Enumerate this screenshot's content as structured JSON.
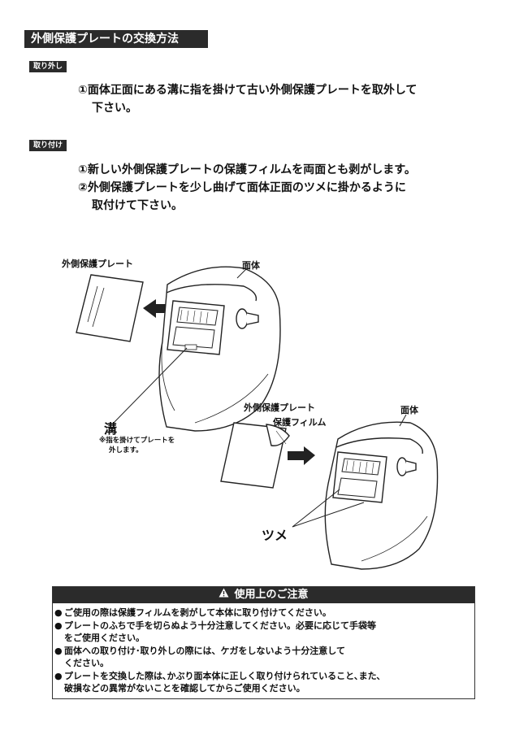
{
  "title": "外側保護プレートの交換方法",
  "removal": {
    "tag": "取り外し",
    "step1_line1": "①面体正面にある溝に指を掛けて古い外側保護プレートを取外して",
    "step1_line2": "下さい。"
  },
  "install": {
    "tag": "取り付け",
    "step1": "①新しい外側保護プレートの保護フィルムを両面とも剥がします。",
    "step2_line1": "②外側保護プレートを少し曲げて面体正面のツメに掛かるように",
    "step2_line2": "取付けて下さい。"
  },
  "fig1": {
    "plate_label": "外側保護プレート",
    "body_label": "面体",
    "groove_label": "溝",
    "groove_note_line1": "※指を掛けてプレートを",
    "groove_note_line2": "外します。"
  },
  "fig2": {
    "plate_label": "外側保護プレート",
    "film_label": "保護フィルム",
    "body_label": "面体",
    "tab_label": "ツメ"
  },
  "caution": {
    "heading": "使用上のご注意",
    "warn_icon": "warning-triangle-icon",
    "items": [
      {
        "line1": "ご使用の際は保護フィルムを剥がして本体に取り付けてください。",
        "line2": ""
      },
      {
        "line1": "プレートのふちで手を切らぬよう十分注意してください。必要に応じて手袋等",
        "line2": "をご使用ください。"
      },
      {
        "line1": "面体への取り付け･取り外しの際には、ケガをしないよう十分注意して",
        "line2": "ください。"
      },
      {
        "line1": "プレートを交換した際は､かぶり面本体に正しく取り付けられていること､また､",
        "line2": "破損などの異常がないことを確認してからご使用ください。"
      }
    ]
  }
}
